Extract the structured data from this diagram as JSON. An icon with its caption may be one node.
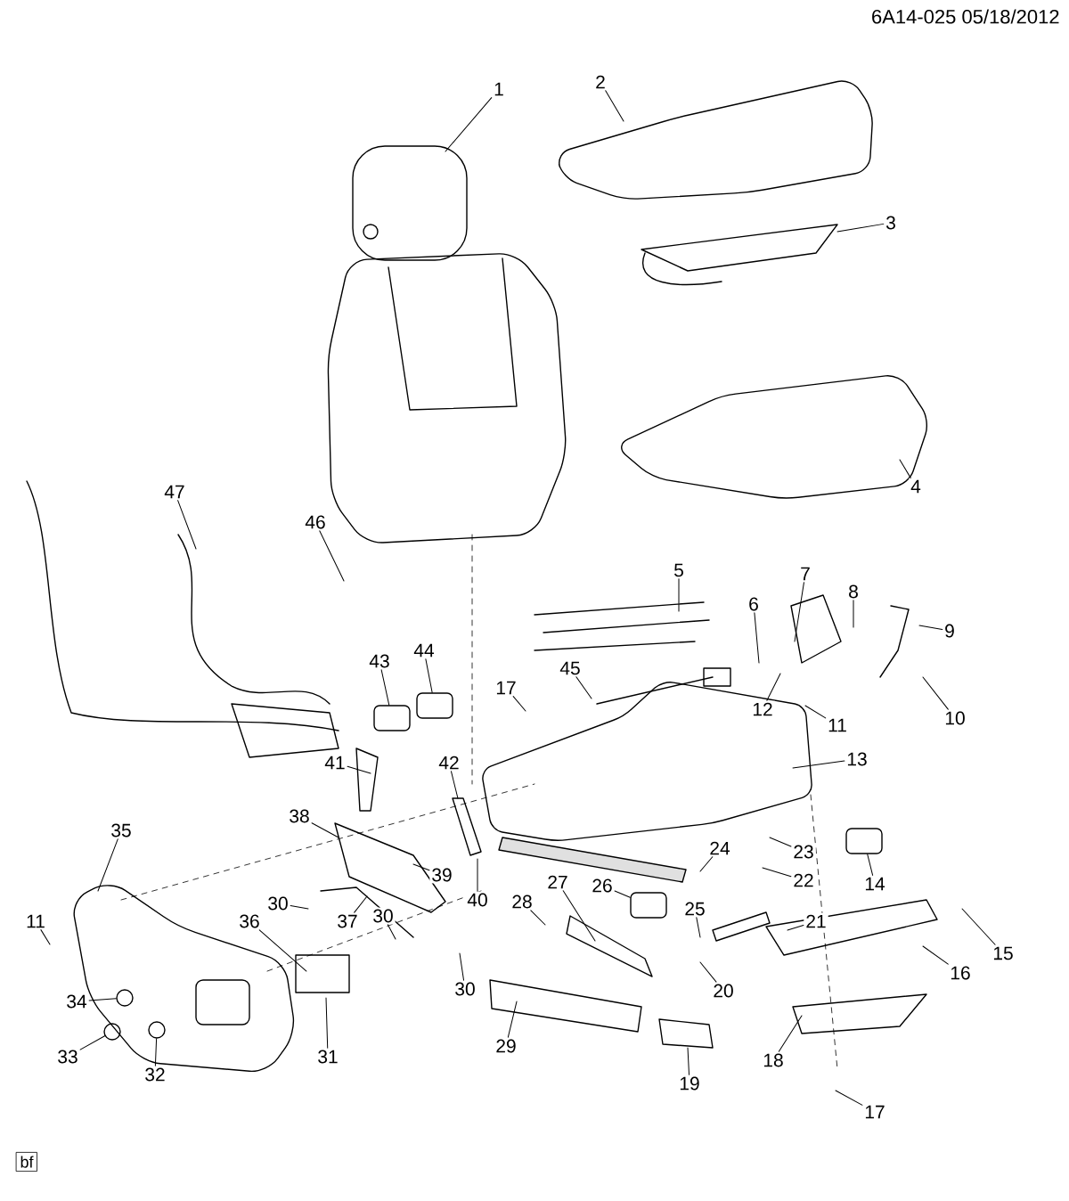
{
  "diagram": {
    "nodes": [
      {
        "text": [
          "1"
        ]
      },
      {
        "text": [
          "2"
        ]
      },
      {
        "text": [
          "3"
        ]
      },
      {
        "text": [
          "4"
        ]
      },
      {
        "text": [
          "5"
        ]
      },
      {
        "text": [
          "6"
        ]
      },
      {
        "text": [
          "7"
        ]
      },
      {
        "text": [
          "8"
        ]
      },
      {
        "text": [
          "9"
        ]
      },
      {
        "text": [
          "10"
        ]
      },
      {
        "text": [
          "11"
        ]
      },
      {
        "text": [
          "11"
        ]
      },
      {
        "text": [
          "12"
        ]
      },
      {
        "text": [
          "13"
        ]
      },
      {
        "text": [
          "14"
        ]
      },
      {
        "text": [
          "15"
        ]
      },
      {
        "text": [
          "16"
        ]
      },
      {
        "text": [
          "17"
        ]
      },
      {
        "text": [
          "17"
        ]
      },
      {
        "text": [
          "18"
        ]
      },
      {
        "text": [
          "19"
        ]
      },
      {
        "text": [
          "20"
        ]
      },
      {
        "text": [
          "21"
        ]
      },
      {
        "text": [
          "22"
        ]
      },
      {
        "text": [
          "23"
        ]
      },
      {
        "text": [
          "24"
        ]
      },
      {
        "text": [
          "25"
        ]
      },
      {
        "text": [
          "26"
        ]
      },
      {
        "text": [
          "27"
        ]
      },
      {
        "text": [
          "28"
        ]
      },
      {
        "text": [
          "29"
        ]
      },
      {
        "text": [
          "30"
        ]
      },
      {
        "text": [
          "30"
        ]
      },
      {
        "text": [
          "30"
        ]
      },
      {
        "text": [
          "31"
        ]
      },
      {
        "text": [
          "32"
        ]
      },
      {
        "text": [
          "33"
        ]
      },
      {
        "text": [
          "34"
        ]
      },
      {
        "text": [
          "35"
        ]
      },
      {
        "text": [
          "36"
        ]
      },
      {
        "text": [
          "37"
        ]
      },
      {
        "text": [
          "38"
        ]
      },
      {
        "text": [
          "39"
        ]
      },
      {
        "text": [
          "40"
        ]
      },
      {
        "text": [
          "41"
        ]
      },
      {
        "text": [
          "42"
        ]
      },
      {
        "text": [
          "43"
        ]
      },
      {
        "text": [
          "44"
        ]
      },
      {
        "text": [
          "45"
        ]
      },
      {
        "text": [
          "46"
        ]
      },
      {
        "text": [
          "47"
        ]
      },
      {
        "text": [
          "bf"
        ]
      },
      {
        "text": [],
        "shape": "box"
      },
      {
        "text": [],
        "shape": "circle"
      },
      {
        "text": [],
        "shape": "circle"
      },
      {
        "text": [],
        "shape": "circle"
      },
      {
        "text": [],
        "shape": "box"
      },
      {
        "text": [],
        "shape": "box"
      },
      {
        "text": [],
        "shape": "box"
      }
    ],
    "edges": [
      {
        "from": 0,
        "to": null,
        "arrow": "none"
      },
      {
        "from": 1,
        "to": null,
        "arrow": "none"
      },
      {
        "from": 2,
        "to": null,
        "arrow": "none"
      },
      {
        "from": 3,
        "to": null,
        "arrow": "none"
      },
      {
        "from": 4,
        "to": null,
        "arrow": "none"
      },
      {
        "from": 5,
        "to": null,
        "arrow": "none"
      },
      {
        "from": 6,
        "to": null,
        "arrow": "none"
      },
      {
        "from": 7,
        "to": null,
        "arrow": "none"
      },
      {
        "from": 8,
        "to": null,
        "arrow": "none"
      },
      {
        "from": 9,
        "to": null,
        "arrow": "none"
      },
      {
        "from": 10,
        "to": null,
        "arrow": "none"
      },
      {
        "from": 11,
        "to": null,
        "arrow": "none"
      },
      {
        "from": 12,
        "to": null,
        "arrow": "none"
      },
      {
        "from": 13,
        "to": null,
        "arrow": "none"
      },
      {
        "from": 14,
        "to": 52,
        "arrow": "none"
      },
      {
        "from": 15,
        "to": null,
        "arrow": "none"
      },
      {
        "from": 16,
        "to": null,
        "arrow": "none"
      },
      {
        "from": 17,
        "to": null,
        "arrow": "none"
      },
      {
        "from": 18,
        "to": null,
        "arrow": "none"
      },
      {
        "from": 19,
        "to": null,
        "arrow": "none"
      },
      {
        "from": 20,
        "to": null,
        "arrow": "none"
      },
      {
        "from": 21,
        "to": null,
        "arrow": "none"
      },
      {
        "from": 22,
        "to": null,
        "arrow": "none"
      },
      {
        "from": 23,
        "to": null,
        "arrow": "none"
      },
      {
        "from": 24,
        "to": null,
        "arrow": "none"
      },
      {
        "from": 25,
        "to": null,
        "arrow": "none"
      },
      {
        "from": 26,
        "to": null,
        "arrow": "none"
      },
      {
        "from": 27,
        "to": 58,
        "arrow": "none"
      },
      {
        "from": 28,
        "to": null,
        "arrow": "none"
      },
      {
        "from": 29,
        "to": null,
        "arrow": "none"
      },
      {
        "from": 30,
        "to": null,
        "arrow": "none"
      },
      {
        "from": 31,
        "to": null,
        "arrow": "none"
      },
      {
        "from": 32,
        "to": null,
        "arrow": "none"
      },
      {
        "from": 33,
        "to": null,
        "arrow": "none"
      },
      {
        "from": 34,
        "to": null,
        "arrow": "none"
      },
      {
        "from": 35,
        "to": 53,
        "arrow": "none"
      },
      {
        "from": 36,
        "to": 54,
        "arrow": "none"
      },
      {
        "from": 37,
        "to": 55,
        "arrow": "none"
      },
      {
        "from": 38,
        "to": null,
        "arrow": "none"
      },
      {
        "from": 39,
        "to": null,
        "arrow": "none"
      },
      {
        "from": 40,
        "to": null,
        "arrow": "none"
      },
      {
        "from": 41,
        "to": null,
        "arrow": "none"
      },
      {
        "from": 42,
        "to": null,
        "arrow": "none"
      },
      {
        "from": 43,
        "to": null,
        "arrow": "none"
      },
      {
        "from": 44,
        "to": null,
        "arrow": "none"
      },
      {
        "from": 45,
        "to": null,
        "arrow": "none"
      },
      {
        "from": 46,
        "to": 56,
        "arrow": "none"
      },
      {
        "from": 47,
        "to": 57,
        "arrow": "none"
      },
      {
        "from": 48,
        "to": null,
        "arrow": "none"
      },
      {
        "from": 49,
        "to": null,
        "arrow": "none"
      },
      {
        "from": 50,
        "to": null,
        "arrow": "none"
      }
    ],
    "labels": [
      "6A14-025  05/18/2012"
    ]
  }
}
